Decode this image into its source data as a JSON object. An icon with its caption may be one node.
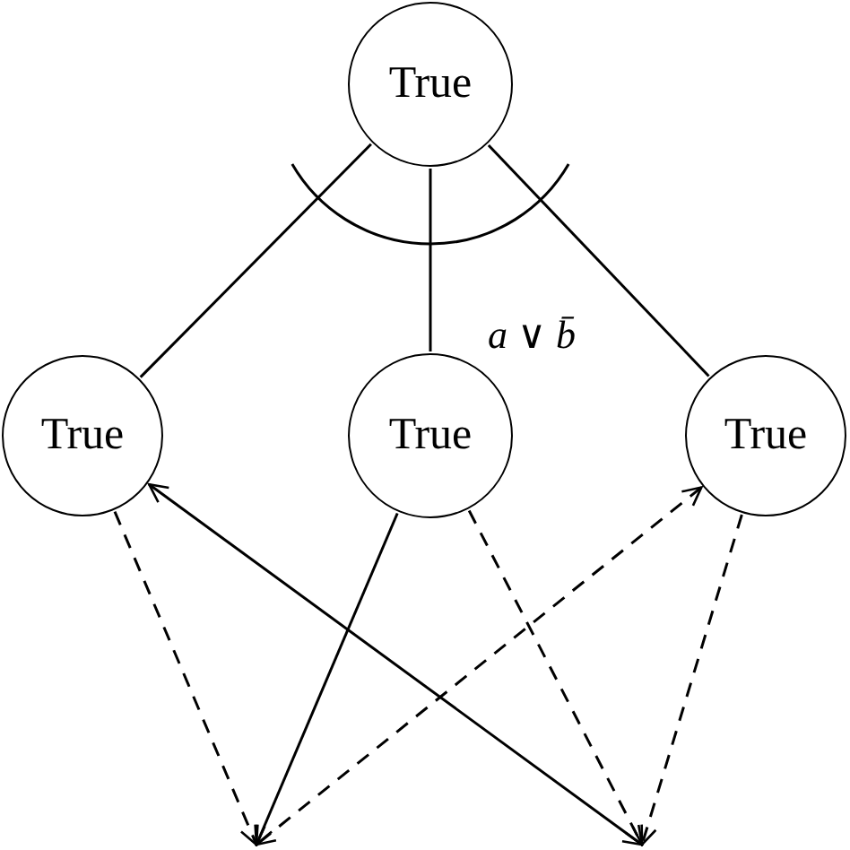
{
  "diagram": {
    "nodes": [
      {
        "text": [
          "True"
        ]
      },
      {
        "text": [
          "True"
        ]
      },
      {
        "text": [
          "True"
        ]
      },
      {
        "text": [
          "True"
        ]
      }
    ],
    "edges": [
      {
        "from": 0,
        "to": 1,
        "arrow": "none"
      },
      {
        "from": 0,
        "to": 2,
        "arrow": "none",
        "label": "*a* ∨ *b̄*"
      },
      {
        "from": 0,
        "to": 3,
        "arrow": "none"
      },
      {
        "from": 1,
        "to": null,
        "arrow": "to",
        "style": "dashed"
      },
      {
        "from": 1,
        "to": null,
        "arrow": "both"
      },
      {
        "from": 2,
        "to": null,
        "arrow": "to"
      },
      {
        "from": 2,
        "to": null,
        "arrow": "to",
        "style": "dashed"
      },
      {
        "from": 3,
        "to": null,
        "arrow": "both",
        "style": "dashed"
      },
      {
        "from": 3,
        "to": null,
        "arrow": "to",
        "style": "dashed"
      }
    ]
  }
}
